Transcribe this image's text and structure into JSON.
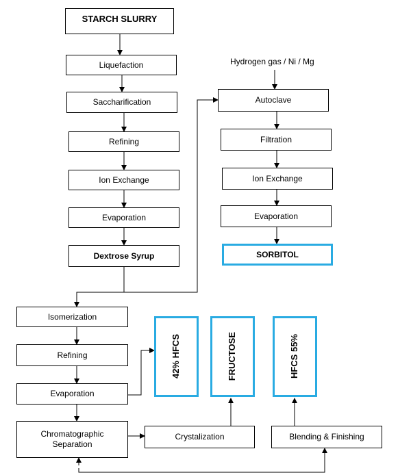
{
  "diagram": {
    "left_chain": {
      "starch_slurry": "STARCH SLURRY",
      "liquefaction": "Liquefaction",
      "saccharification": "Saccharification",
      "refining": "Refining",
      "ion_exchange": "Ion Exchange",
      "evaporation": "Evaporation",
      "dextrose_syrup": "Dextrose Syrup"
    },
    "right_chain": {
      "input_label": "Hydrogen gas / Ni / Mg",
      "autoclave": "Autoclave",
      "filtration": "Filtration",
      "ion_exchange": "Ion Exchange",
      "evaporation": "Evaporation",
      "sorbitol": "SORBITOL"
    },
    "bottom_chain": {
      "isomerization": "Isomerization",
      "refining": "Refining",
      "evaporation": "Evaporation",
      "chromatographic_line1": "Chromatographic",
      "chromatographic_line2": "Separation",
      "crystalization": "Crystalization",
      "blending_finishing": "Blending & Finishing"
    },
    "products": {
      "hfcs_42": "42% HFCS",
      "fructose": "FRUCTOSE",
      "hfcs_55": "HFCS 55%"
    },
    "colors": {
      "product_border": "#29abe2",
      "line": "#000000"
    }
  }
}
